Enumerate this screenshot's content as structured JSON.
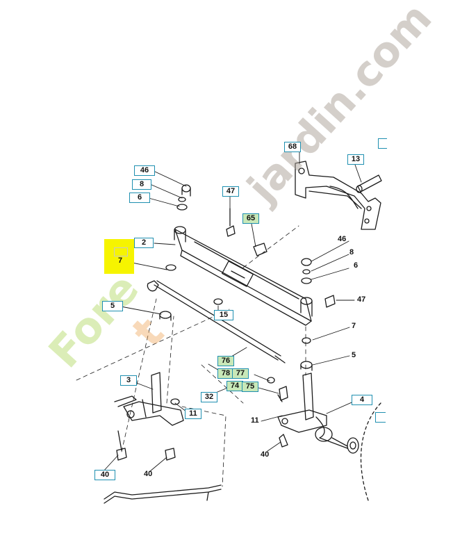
{
  "watermark": {
    "text_green": "Fore",
    "text_orange": "t",
    "text_grey": "jardin.com"
  },
  "colors": {
    "callout_border": "#1e8fb0",
    "highlight": "#f6f400",
    "line": "#1a1a1a"
  },
  "callouts": {
    "c68": "68",
    "c13": "13",
    "c46a": "46",
    "c8a": "8",
    "c6a": "6",
    "c47a": "47",
    "c65": "65",
    "c2": "2",
    "c7a": "7",
    "c46b": "46",
    "c8b": "8",
    "c6b": "6",
    "c5a": "5",
    "c15": "15",
    "c47b": "47",
    "c7b": "7",
    "c5b": "5",
    "c76": "76",
    "c78": "78",
    "c77": "77",
    "c3": "3",
    "c74": "74",
    "c75": "75",
    "c32": "32",
    "c4": "4",
    "c11a": "11",
    "c11b": "11",
    "c40a": "40",
    "c40b": "40",
    "c40c": "40"
  }
}
